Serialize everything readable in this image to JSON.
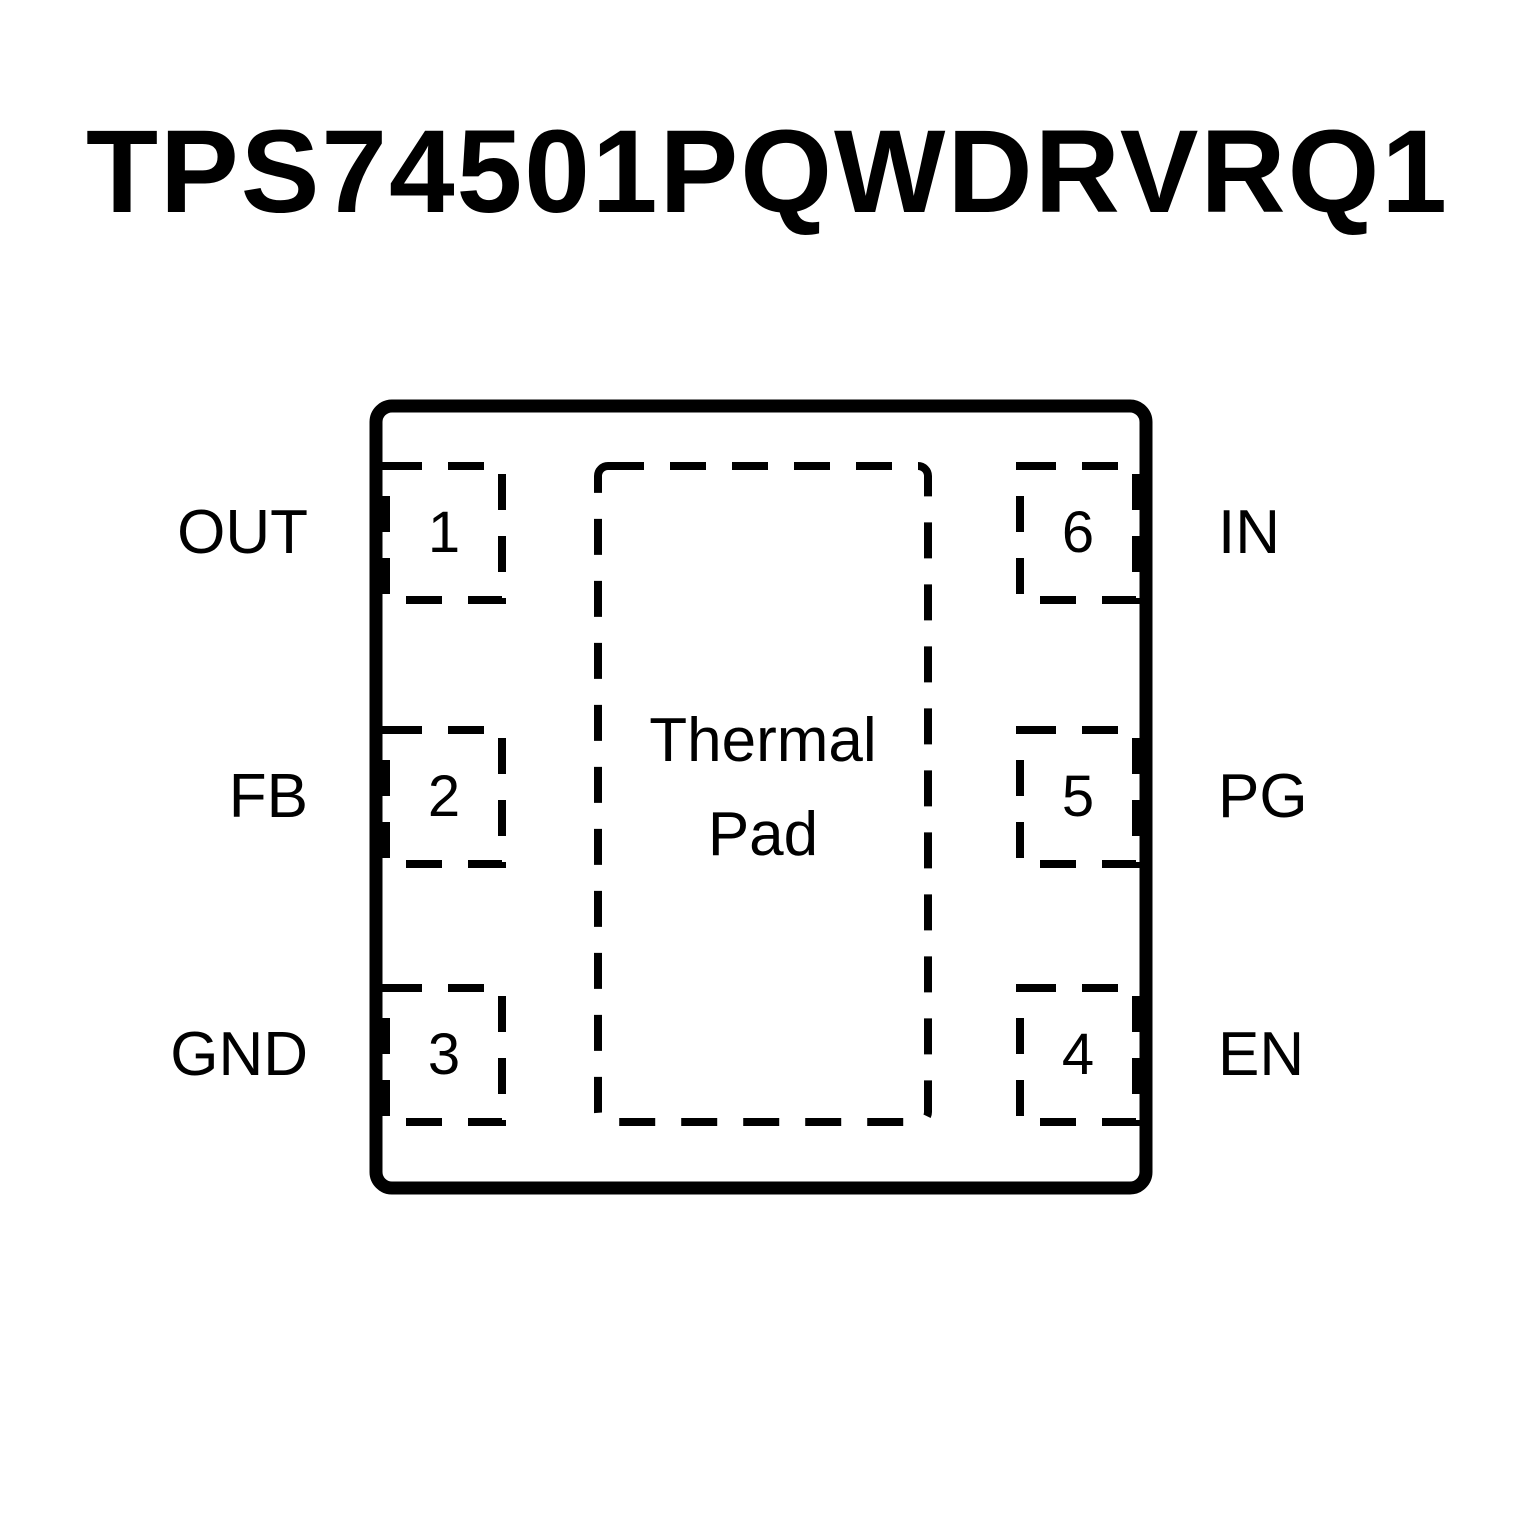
{
  "title": "TPS74501PQWDRVRQ1",
  "colors": {
    "ink": "#000000",
    "background": "#ffffff"
  },
  "package": {
    "thermal_pad": {
      "line1": "Thermal",
      "line2": "Pad"
    },
    "pins": {
      "left": [
        {
          "number": "1",
          "label": "OUT"
        },
        {
          "number": "2",
          "label": "FB"
        },
        {
          "number": "3",
          "label": "GND"
        }
      ],
      "right": [
        {
          "number": "6",
          "label": "IN"
        },
        {
          "number": "5",
          "label": "PG"
        },
        {
          "number": "4",
          "label": "EN"
        }
      ]
    }
  }
}
